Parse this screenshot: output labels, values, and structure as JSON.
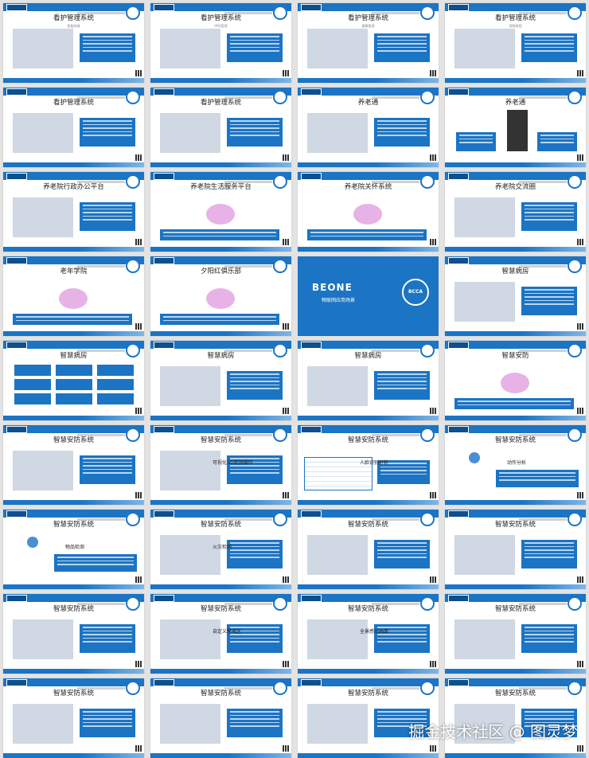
{
  "slides": [
    {
      "title": "看护管理系统",
      "subtitle": "智能终端",
      "kind": "ui"
    },
    {
      "title": "看护管理系统",
      "subtitle": "呼叫管理",
      "kind": "photo"
    },
    {
      "title": "看护管理系统",
      "subtitle": "健康管理",
      "kind": "chart"
    },
    {
      "title": "看护管理系统",
      "subtitle": "视频探视",
      "kind": "photo"
    },
    {
      "title": "看护管理系统",
      "subtitle": "",
      "kind": "photo"
    },
    {
      "title": "看护管理系统",
      "subtitle": "",
      "kind": "photo"
    },
    {
      "title": "养老通",
      "subtitle": "",
      "kind": "banner"
    },
    {
      "title": "养老通",
      "subtitle": "",
      "kind": "phone"
    },
    {
      "title": "养老院行政办公平台",
      "subtitle": "",
      "kind": "photo"
    },
    {
      "title": "养老院生活服务平台",
      "subtitle": "",
      "kind": "diagram"
    },
    {
      "title": "养老院关怀系统",
      "subtitle": "",
      "kind": "diagram"
    },
    {
      "title": "养老院交流圈",
      "subtitle": "",
      "kind": "photo"
    },
    {
      "title": "老年学院",
      "subtitle": "",
      "kind": "diagram"
    },
    {
      "title": "夕阳红俱乐部",
      "subtitle": "",
      "kind": "diagram"
    },
    {
      "title": "",
      "subtitle": "",
      "kind": "cover"
    },
    {
      "title": "智慧病房",
      "subtitle": "",
      "kind": "photo"
    },
    {
      "title": "智慧病房",
      "subtitle": "",
      "kind": "grid"
    },
    {
      "title": "智慧病房",
      "subtitle": "",
      "kind": "photo"
    },
    {
      "title": "智慧病房",
      "subtitle": "",
      "kind": "photo"
    },
    {
      "title": "智慧安防",
      "subtitle": "",
      "kind": "diagram"
    },
    {
      "title": "智慧安防系统",
      "subtitle": "",
      "kind": "photo"
    },
    {
      "title": "智慧安防系统",
      "subtitle": "",
      "kind": "photo"
    },
    {
      "title": "智慧安防系统",
      "subtitle": "",
      "kind": "table"
    },
    {
      "title": "智慧安防系统",
      "subtitle": "",
      "kind": "icon"
    },
    {
      "title": "智慧安防系统",
      "subtitle": "",
      "kind": "icon"
    },
    {
      "title": "智慧安防系统",
      "subtitle": "",
      "kind": "photo"
    },
    {
      "title": "智慧安防系统",
      "subtitle": "",
      "kind": "photo"
    },
    {
      "title": "智慧安防系统",
      "subtitle": "",
      "kind": "photo"
    },
    {
      "title": "智慧安防系统",
      "subtitle": "",
      "kind": "photo"
    },
    {
      "title": "智慧安防系统",
      "subtitle": "",
      "kind": "photo"
    },
    {
      "title": "智慧安防系统",
      "subtitle": "",
      "kind": "photo"
    },
    {
      "title": "智慧安防系统",
      "subtitle": "",
      "kind": "photo"
    },
    {
      "title": "智慧安防系统",
      "subtitle": "",
      "kind": "photo"
    },
    {
      "title": "智慧安防系统",
      "subtitle": "",
      "kind": "photo"
    },
    {
      "title": "智慧安防系统",
      "subtitle": "",
      "kind": "photo"
    },
    {
      "title": "智慧安防系统",
      "subtitle": "",
      "kind": "photo"
    }
  ],
  "labels": {
    "s22_feature": "可视化3D视频操作",
    "s23_feature": "人脸识别分析",
    "s24_feature": "动作分析",
    "s25_feature": "物品检测",
    "s26_feature": "火灾检测",
    "s30_feature": "自定义警戒区",
    "s31_feature": "全景感动画面"
  },
  "cover": {
    "logo": "BEONE",
    "title": "物联网应用场景",
    "badge": "BCCA"
  },
  "watermark": "掘金技术社区 @ 图灵梦"
}
